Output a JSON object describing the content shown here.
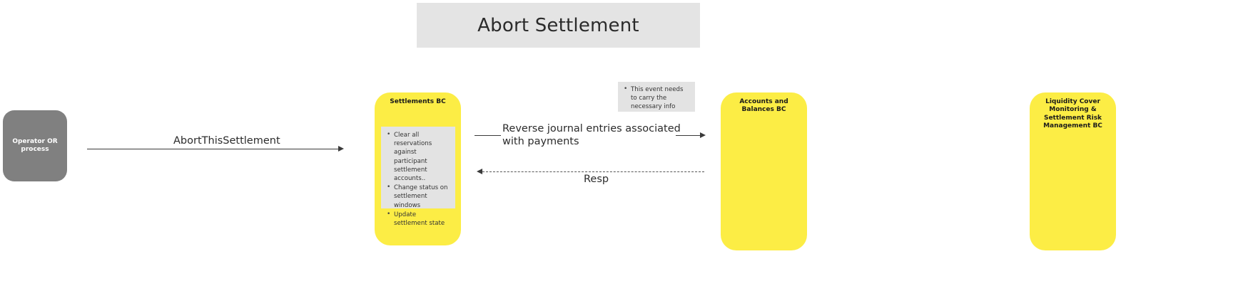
{
  "diagram": {
    "title": "Abort Settlement",
    "actor": {
      "label": "Operator OR process"
    },
    "lifelines": [
      {
        "id": "settlements",
        "title": "Settlements BC",
        "color": "#fced45"
      },
      {
        "id": "accounts",
        "title": "Accounts and Balances BC",
        "color": "#fced45"
      },
      {
        "id": "liquidity",
        "title": "Liquidity Cover Monitoring & Settlement Risk Management BC",
        "color": "#fced45"
      }
    ],
    "notes": [
      {
        "id": "settlements-actions",
        "bullets": [
          "Clear all reservations against  participant settlement accounts..",
          "Change status on settlement windows",
          "Update settlement state"
        ]
      },
      {
        "id": "event-info",
        "bullets": [
          "This event needs to carry the necessary info"
        ]
      }
    ],
    "messages": [
      {
        "id": "msg1",
        "label": "AbortThisSettlement",
        "direction": "right",
        "style": "solid"
      },
      {
        "id": "msg2",
        "label": "Reverse journal entries associated with payments",
        "direction": "right",
        "style": "solid"
      },
      {
        "id": "msg3",
        "label": "Resp",
        "direction": "left",
        "style": "dashed"
      }
    ]
  },
  "colors": {
    "banner_bg": "#e4e4e4",
    "actor_bg": "#808080",
    "lifeline_bg": "#fced45",
    "note_bg": "#e3e3e3",
    "line": "#3a3a3a"
  }
}
